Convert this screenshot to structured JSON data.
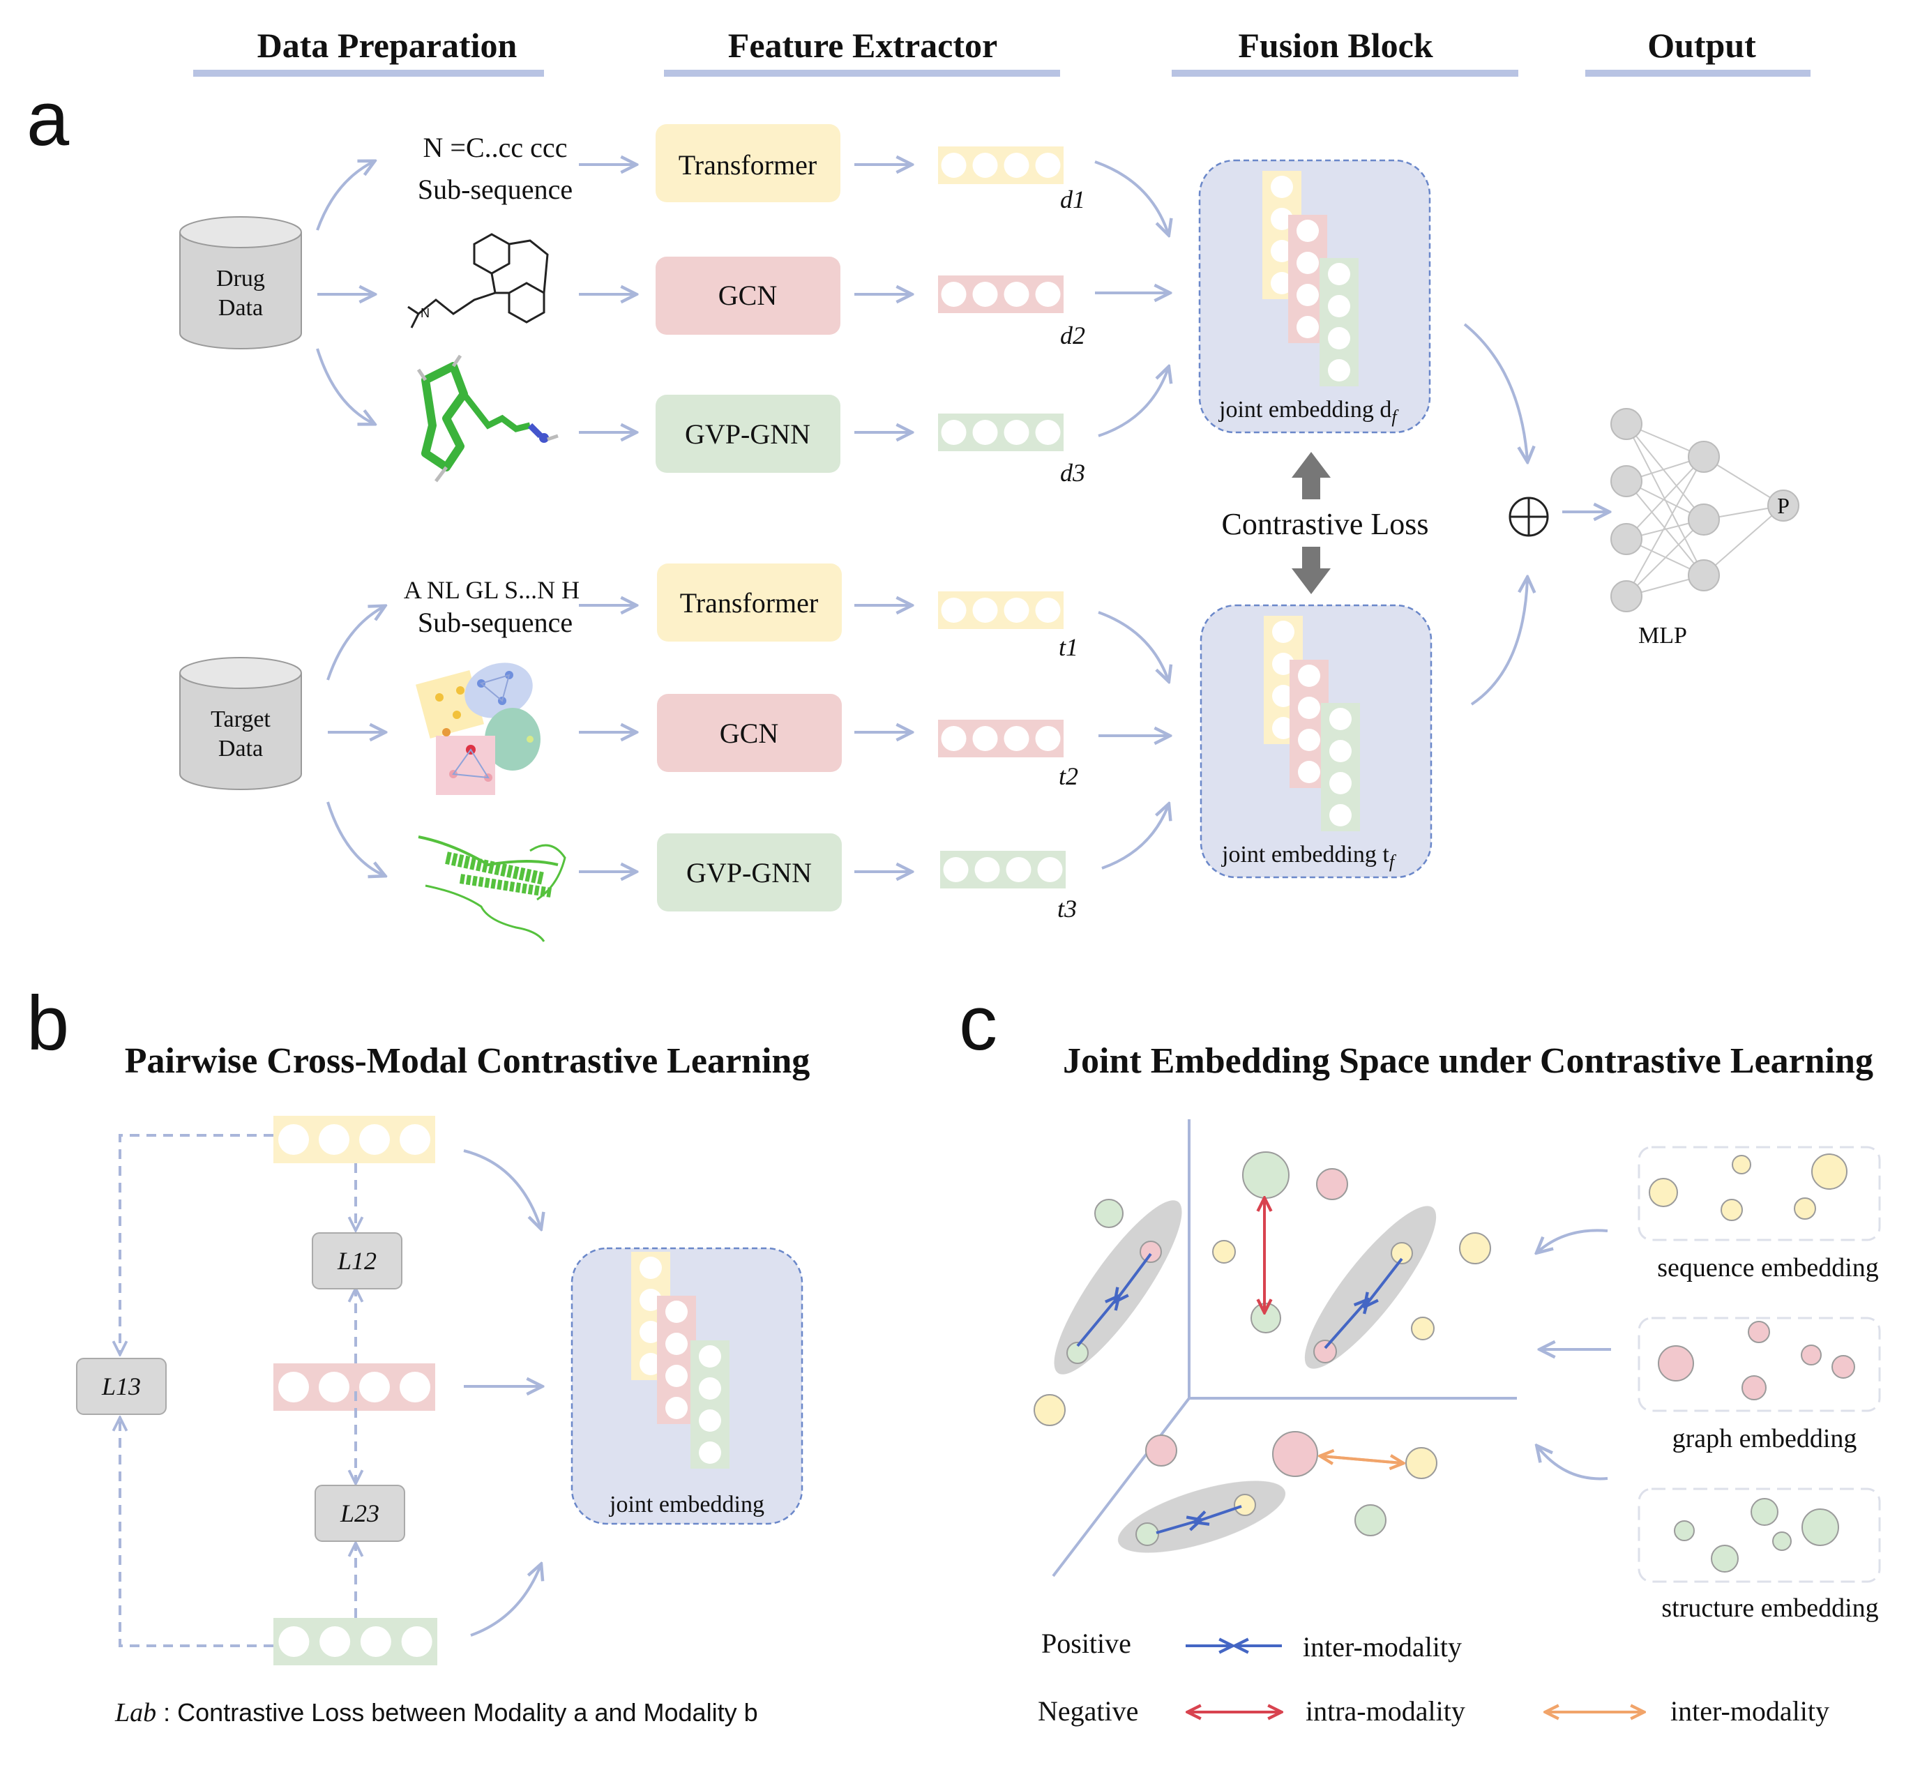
{
  "sections": {
    "data_preparation": "Data  Preparation",
    "feature_extractor": "Feature  Extractor",
    "fusion_block": "Fusion  Block",
    "output": "Output"
  },
  "panel_a": {
    "letter": "a",
    "drug_db": [
      "Drug",
      "Data"
    ],
    "target_db": [
      "Target",
      "Data"
    ],
    "drug_seq_text": "N =C..cc ccc",
    "target_seq_text": "A NL GL S...N H",
    "subseq_label": "Sub-sequence",
    "extractors": [
      "Transformer",
      "GCN",
      "GVP-GNN"
    ],
    "drug_vec_labels": [
      "d1",
      "d2",
      "d3"
    ],
    "target_vec_labels": [
      "t1",
      "t2",
      "t3"
    ],
    "joint_drug": "joint embedding d",
    "joint_drug_sub": "f",
    "joint_target": "joint embedding t",
    "joint_target_sub": "f",
    "contrastive": "Contrastive Loss",
    "concat_symbol": "⊕",
    "mlp_label": "MLP",
    "mlp_out": "P"
  },
  "panel_b": {
    "letter": "b",
    "title": "Pairwise Cross-Modal Contrastive Learning",
    "losses": [
      "L12",
      "L13",
      "L23"
    ],
    "joint": "joint embedding",
    "footnote_symbol": "Lab",
    "footnote_text": " : Contrastive Loss between Modality a and Modality b"
  },
  "panel_c": {
    "letter": "c",
    "title": "Joint Embedding Space under Contrastive Learning",
    "legend_boxes": [
      "sequence embedding",
      "graph embedding",
      "structure embedding"
    ],
    "positive": "Positive",
    "negative": "Negative",
    "inter_modality": "inter-modality",
    "intra_modality": "intra-modality",
    "inter_modality2": "inter-modality"
  },
  "colors": {
    "yellow": "#fdf1c9",
    "pink": "#f1d0d0",
    "green": "#d9e8d6",
    "lavender": "#dde1f0",
    "arrow": "#a9b6da",
    "blue": "#4466c4",
    "red": "#d8434f",
    "orange": "#f1a46a"
  }
}
